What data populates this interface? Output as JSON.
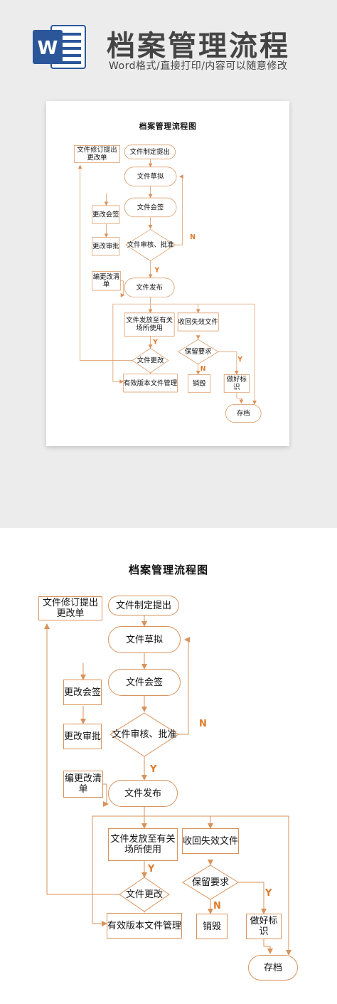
{
  "header": {
    "title": "档案管理流程",
    "subtitle": "Word格式/直接打印/内容可以随意修改",
    "icon": "word-icon",
    "icon_letter": "W",
    "accent": "#2b579a"
  },
  "flow": {
    "title": "档案管理流程图",
    "line_color": "#d9925a",
    "mark_color": "#e07a2a",
    "nodes": {
      "draft_start": "文件制定提出",
      "draft": "文件草拟",
      "countersign": "文件会签",
      "review": "文件审核、批准",
      "release": "文件发布",
      "distribute": "文件发放至有关场所使用",
      "recall": "收回失效文件",
      "change": "文件更改",
      "valid_mgmt": "有效版本文件管理",
      "keep": "保留要求",
      "destroy": "销毁",
      "mark": "做好标识",
      "archive": "存档",
      "change_form": "文件修订提出更改单",
      "change_countersign": "更改会签",
      "change_review": "更改审批",
      "change_list": "编更改清单"
    },
    "labels": {
      "n": "N",
      "y": "Y"
    }
  }
}
